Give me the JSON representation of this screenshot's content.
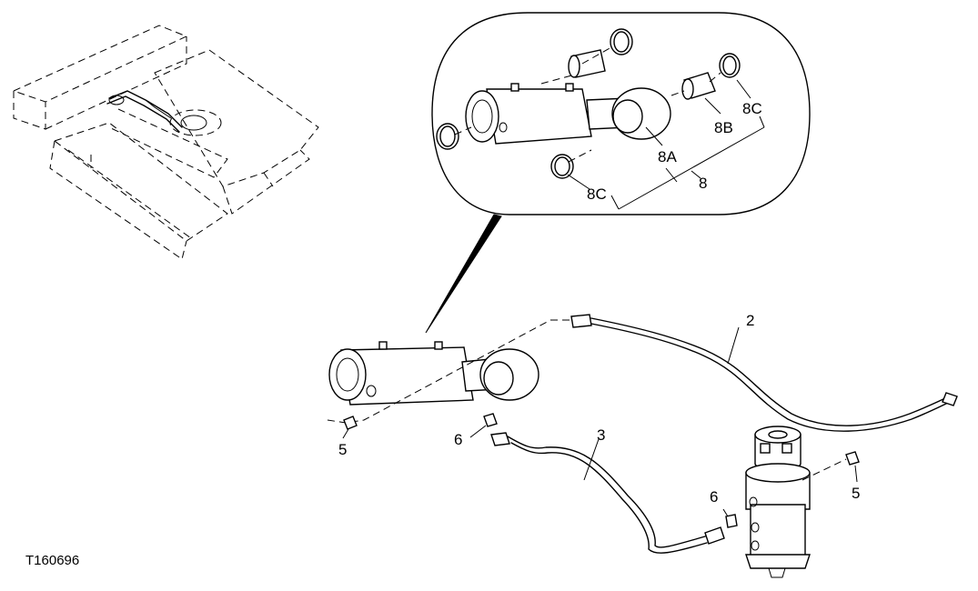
{
  "figure_code": "T160696",
  "callouts": {
    "hose_upper": "2",
    "hose_lower": "3",
    "fitting_left": "5",
    "fitting_right": "5",
    "fitting_mid": "6",
    "fitting_swivel": "6",
    "seal_kit": "8",
    "piston_seal": "8A",
    "wear_ring": "8B",
    "oring_right": "8C",
    "oring_lower": "8C"
  }
}
